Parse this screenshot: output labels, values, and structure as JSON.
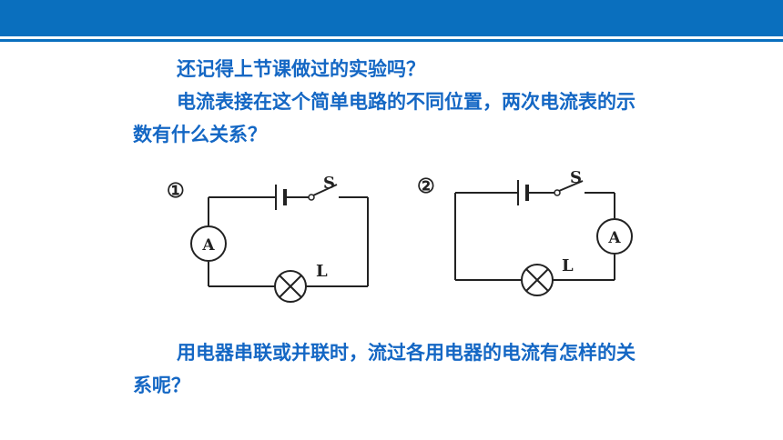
{
  "text": {
    "line1": "还记得上节课做过的实验吗？",
    "line2": "电流表接在这个简单电路的不同位置，两次电流表的示数有什么关系？",
    "line3": "用电器串联或并联时，流过各用电器的电流有怎样的关系呢？"
  },
  "circuits": [
    {
      "number": "①",
      "ammeter": "A",
      "switch": "S",
      "lamp": "L"
    },
    {
      "number": "②",
      "ammeter": "A",
      "switch": "S",
      "lamp": "L"
    }
  ],
  "colors": {
    "header": "#0a6fbe",
    "text": "#1467c4",
    "wire": "#222222"
  }
}
